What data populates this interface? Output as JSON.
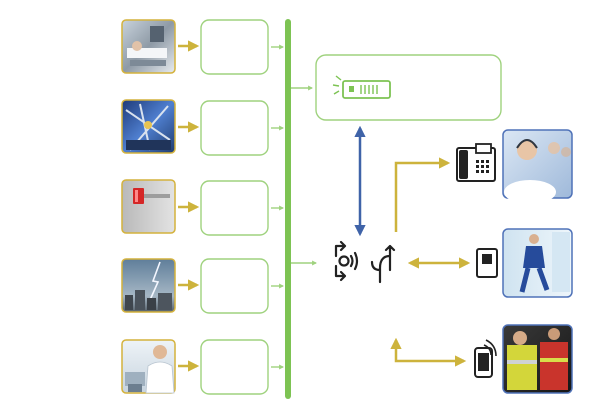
{
  "colors": {
    "bus_green": "#7dc353",
    "box_green": "#9fd27e",
    "arrow_gold": "#cdb33c",
    "arrow_blue": "#3f63a8",
    "photo_frame_gold": "#d4b23c",
    "photo_frame_blue": "#4f72b8",
    "icon_dark": "#222222"
  },
  "sources": [
    {
      "icon": "hospital-patient-photo"
    },
    {
      "icon": "industrial-crane-photo"
    },
    {
      "icon": "red-alarm-light-photo"
    },
    {
      "icon": "lightning-city-photo"
    },
    {
      "icon": "doctor-phone-photo"
    }
  ],
  "server": {
    "icon": "server-unit-icon"
  },
  "hub": {
    "icon": "wireless-routing-icon"
  },
  "destinations": [
    {
      "icon": "desk-phone-icon",
      "photo": "call-center-operator-photo"
    },
    {
      "icon": "dect-handset-icon",
      "photo": "hospital-staff-running-photo"
    },
    {
      "icon": "smartphone-wireless-icon",
      "photo": "firefighters-photo"
    }
  ]
}
